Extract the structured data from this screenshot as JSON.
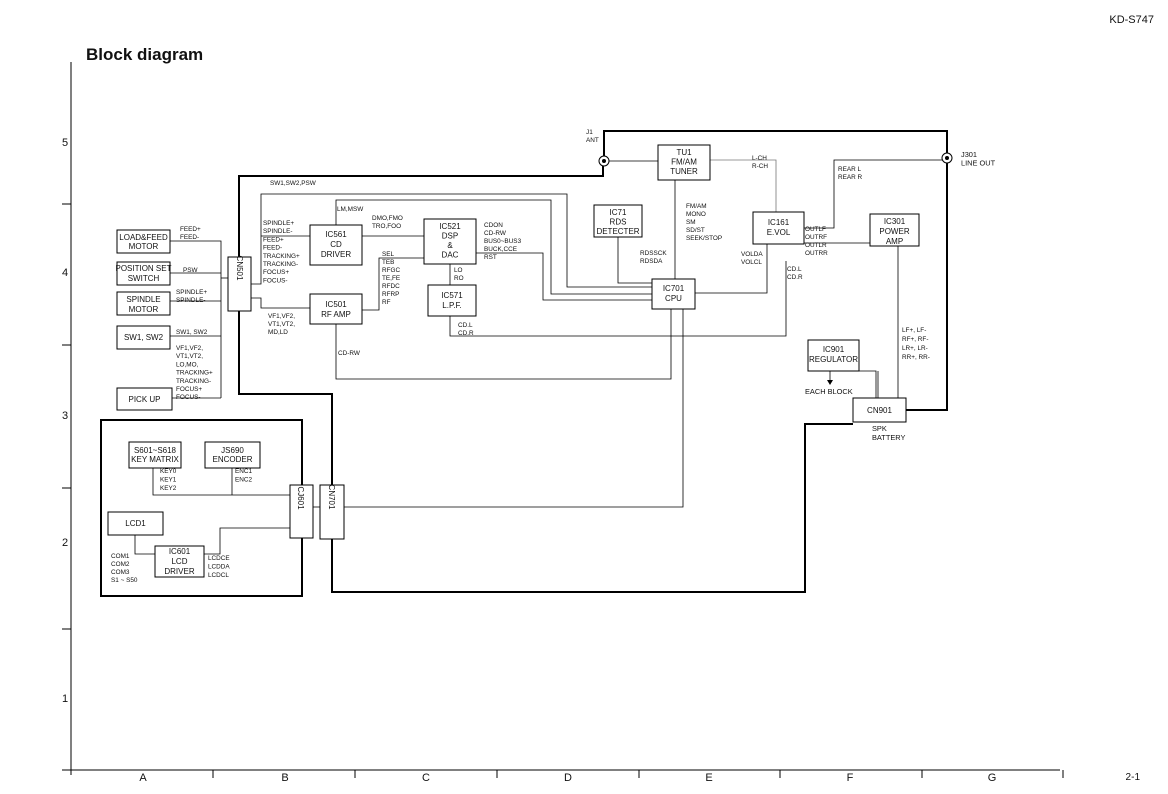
{
  "header": {
    "model": "KD-S747",
    "title": "Block diagram",
    "page": "2-1"
  },
  "grid": {
    "rows": [
      "5",
      "4",
      "3",
      "2",
      "1"
    ],
    "columns": [
      "A",
      "B",
      "C",
      "D",
      "E",
      "F",
      "G"
    ]
  },
  "blocks": {
    "load_feed": [
      "LOAD&FEED",
      "MOTOR"
    ],
    "position_set": [
      "POSITION SET",
      "SWITCH"
    ],
    "spindle_motor": [
      "SPINDLE",
      "MOTOR"
    ],
    "sw": [
      "SW1, SW2"
    ],
    "pickup": [
      "PICK UP"
    ],
    "cn501": [
      "CN501"
    ],
    "ic561": [
      "IC561",
      "CD",
      "DRIVER"
    ],
    "ic501": [
      "IC501",
      "RF AMP"
    ],
    "ic521": [
      "IC521",
      "DSP",
      "&",
      "DAC"
    ],
    "ic571": [
      "IC571",
      "L.P.F."
    ],
    "ic71": [
      "IC71",
      "RDS",
      "DETECTER"
    ],
    "tu1": [
      "TU1",
      "FM/AM",
      "TUNER"
    ],
    "ic701": [
      "IC701",
      "CPU"
    ],
    "ic161": [
      "IC161",
      "E.VOL"
    ],
    "ic301": [
      "IC301",
      "POWER",
      "AMP"
    ],
    "ic901": [
      "IC901",
      "REGULATOR"
    ],
    "cn901": [
      "CN901"
    ],
    "s601": [
      "S601~S618",
      "KEY MATRIX"
    ],
    "js690": [
      "JS690",
      "ENCODER"
    ],
    "lcd1": [
      "LCD1"
    ],
    "ic601": [
      "IC601",
      "LCD",
      "DRIVER"
    ],
    "cj601": [
      "CJ601"
    ],
    "cn701": [
      "CN701"
    ]
  },
  "signals": {
    "feed": [
      "FEED+",
      "FEED-"
    ],
    "psw": [
      "PSW"
    ],
    "spindle": [
      "SPINDLE+",
      "SPINDLE-"
    ],
    "sw12": [
      "SW1, SW2"
    ],
    "pickup_sig": [
      "VF1,VF2,",
      "VT1,VT2,",
      "LO,MO,",
      "TRACKING+",
      "TRACKING-",
      "FOCUS+",
      "FOCUS-"
    ],
    "sw_psw": [
      "SW1,SW2,PSW"
    ],
    "drv_out": [
      "SPINDLE+",
      "SPINDLE-",
      "FEED+",
      "FEED-",
      "TRACKING+",
      "TRACKING-",
      "FOCUS+",
      "FOCUS-"
    ],
    "lm_msw": [
      "LM,MSW"
    ],
    "dmo": [
      "DMO,FMO",
      "TRO,FOO"
    ],
    "rf_in": [
      "VF1,VF2,",
      "VT1,VT2,",
      "MD,LD"
    ],
    "rf_out": [
      "SEL",
      "TEB",
      "RFGC",
      "TE,FE",
      "RFDC",
      "RFRP",
      "RF"
    ],
    "cd_rw": [
      "CD-RW"
    ],
    "dsp_ctrl": [
      "CDON",
      "CD-RW",
      "BUS0~BUS3",
      "BUCK,CCE",
      "RST"
    ],
    "lo_ro": [
      "LO",
      "RO"
    ],
    "cdlr1": [
      "CD.L",
      "CD.R"
    ],
    "tuner_ctrl": [
      "FM/AM",
      "MONO",
      "SM",
      "SD/ST",
      "SEEK/STOP"
    ],
    "rds": [
      "RDSSCK",
      "RDSDA"
    ],
    "lch": [
      "L-CH",
      "R-CH"
    ],
    "vol": [
      "VOLDA",
      "VOLCL"
    ],
    "cdlr2": [
      "CD.L",
      "CD.R"
    ],
    "outs": [
      "OUTLF",
      "OUTRF",
      "OUTLR",
      "OUTRR"
    ],
    "rear": [
      "REAR L",
      "REAR R"
    ],
    "spk": [
      "LF+, LF-",
      "RF+, RF-",
      "LR+, LR-",
      "RR+, RR-"
    ],
    "keys": [
      "KEY0",
      "KEY1",
      "KEY2"
    ],
    "enc": [
      "ENC1",
      "ENC2"
    ],
    "com": [
      "COM1",
      "COM2",
      "COM3",
      "S1 ~ S50"
    ],
    "lcdc": [
      "LCDCE",
      "LCDDA",
      "LCDCL"
    ]
  },
  "connectors": {
    "j1": [
      "J1",
      "ANT"
    ],
    "j301": [
      "J301",
      "LINE OUT"
    ],
    "each_block": [
      "EACH BLOCK"
    ],
    "spk_battery": [
      "SPK",
      "BATTERY"
    ]
  }
}
